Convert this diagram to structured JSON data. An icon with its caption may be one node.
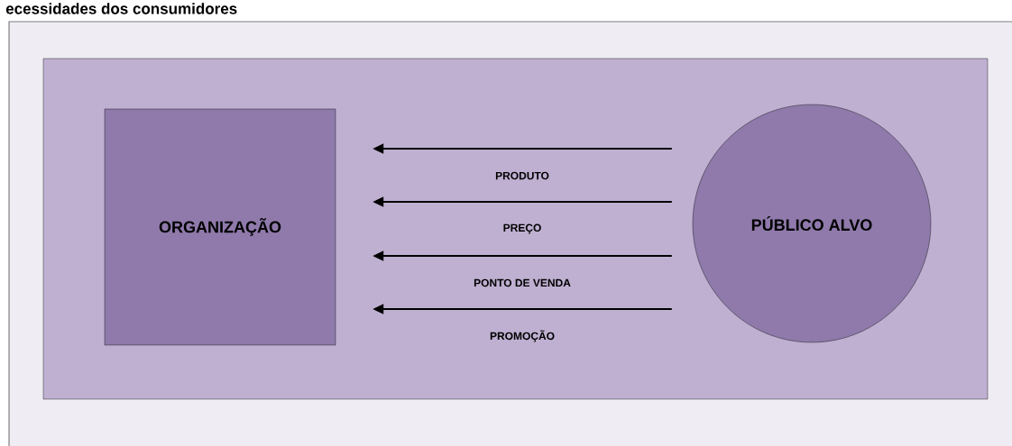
{
  "diagram": {
    "title": "ecessidades dos consumidores",
    "nodes": [
      {
        "text": [],
        "shape": "box"
      },
      {
        "text": [
          "ORGANIZAÇÃO"
        ],
        "in": 0
      },
      {
        "text": [
          "PÚBLICO ALVO"
        ],
        "in": 0
      }
    ],
    "edges": [
      {
        "from": 2,
        "to": 1,
        "arrow": "to",
        "label": "PRODUTO"
      },
      {
        "from": 2,
        "to": 1,
        "arrow": "to",
        "label": "PREÇO"
      },
      {
        "from": 2,
        "to": 1,
        "arrow": "to",
        "label": "PONTO DE VENDA"
      },
      {
        "from": 2,
        "to": 1,
        "arrow": "to",
        "label": "PROMOÇÃO"
      }
    ]
  }
}
